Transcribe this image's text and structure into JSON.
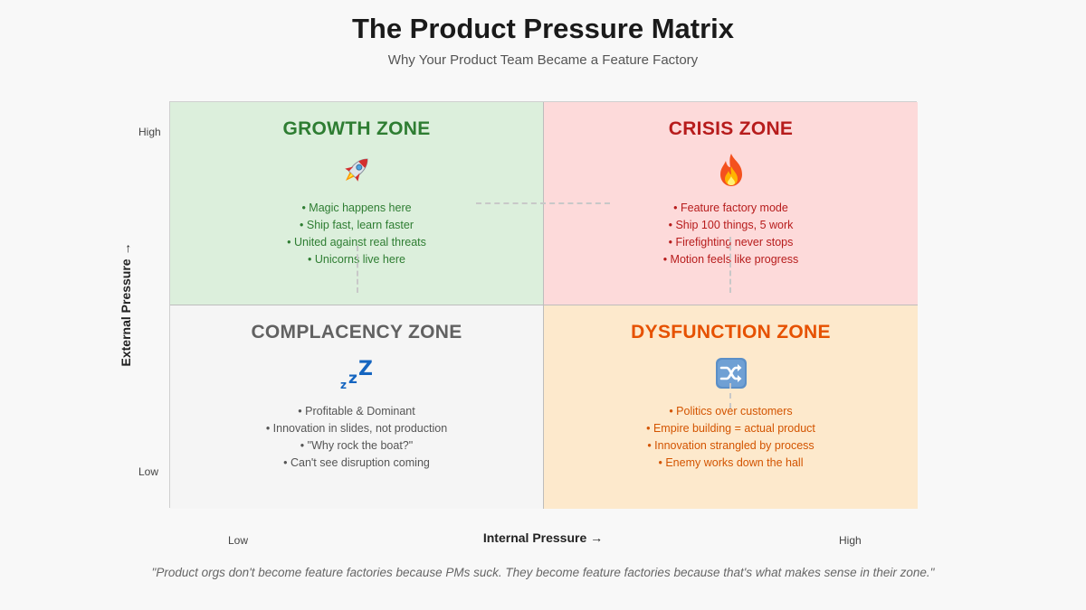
{
  "title": "The Product Pressure Matrix",
  "subtitle": "Why Your Product Team Became a Feature Factory",
  "axes": {
    "y_title": "External Pressure →",
    "y_high": "High",
    "y_low": "Low",
    "x_title": "Internal Pressure →",
    "x_low": "Low",
    "x_high": "High"
  },
  "quadrants": {
    "growth": {
      "title": "GROWTH ZONE",
      "icon": "rocket-icon",
      "color": "#2e7d32",
      "background": "#dcefdc",
      "items": [
        "• Magic happens here",
        "• Ship fast, learn faster",
        "• United against real threats",
        "• Unicorns live here"
      ]
    },
    "crisis": {
      "title": "CRISIS ZONE",
      "icon": "fire-icon",
      "color": "#b71c1c",
      "background": "#fddada",
      "items": [
        "• Feature factory mode",
        "• Ship 100 things, 5 work",
        "• Firefighting never stops",
        "• Motion feels like progress"
      ]
    },
    "complacency": {
      "title": "COMPLACENCY ZONE",
      "icon": "zzz-icon",
      "color": "#616161",
      "background": "#f5f5f5",
      "items": [
        "• Profitable & Dominant",
        "• Innovation in slides, not production",
        "• \"Why rock the boat?\"",
        "• Can't see disruption coming"
      ]
    },
    "dysfunction": {
      "title": "DYSFUNCTION ZONE",
      "icon": "shuffle-icon",
      "color": "#e65100",
      "background": "#fde9cc",
      "items": [
        "• Politics over customers",
        "• Empire building = actual product",
        "• Innovation strangled by process",
        "• Enemy works down the hall"
      ]
    }
  },
  "quote": "\"Product orgs don't become feature factories because PMs suck. They become feature factories because that's what makes sense in their zone.\""
}
